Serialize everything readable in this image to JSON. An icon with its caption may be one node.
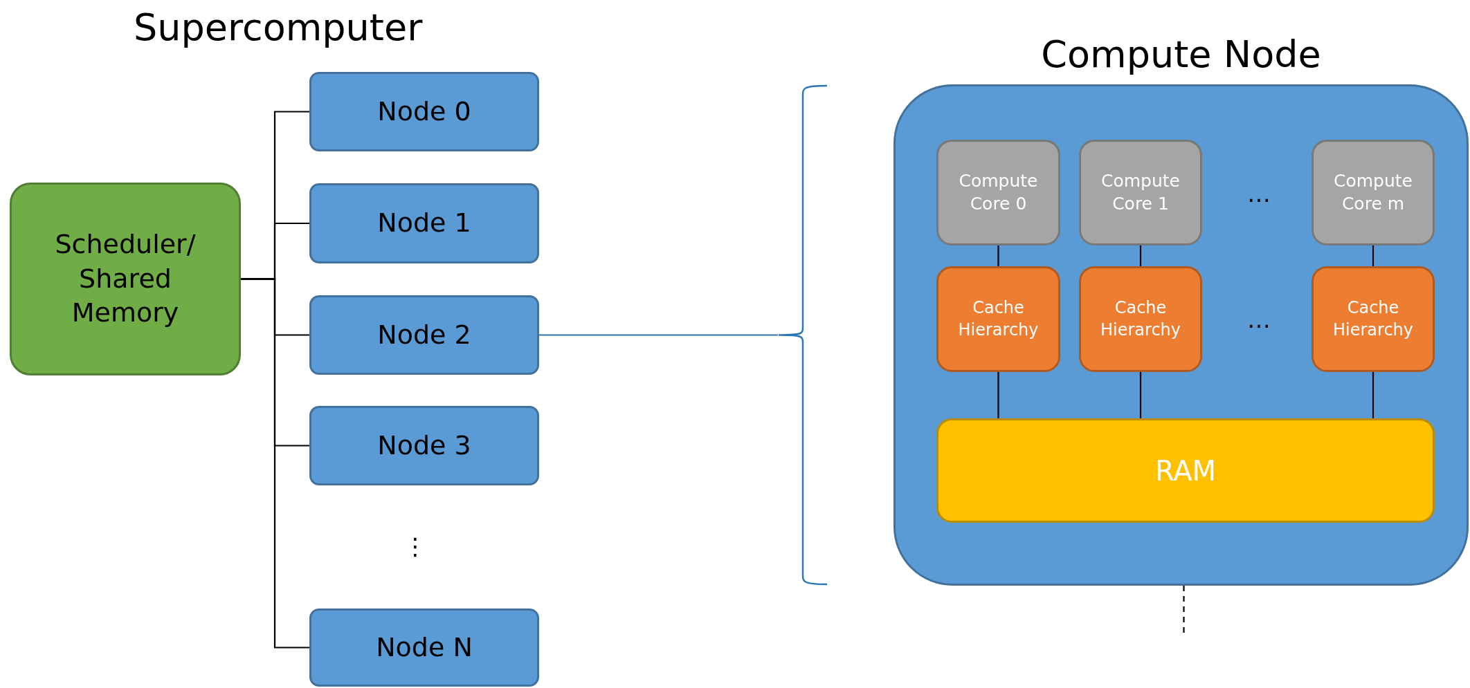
{
  "diagram": {
    "title": "Supercomputer",
    "nodes": [
      {
        "text": [
          "Scheduler/ Shared Memory"
        ]
      },
      {
        "text": [
          "Node 0"
        ]
      },
      {
        "text": [
          "Node 1"
        ]
      },
      {
        "text": [
          "Node 2"
        ]
      },
      {
        "text": [
          "Node 3"
        ]
      },
      {
        "text": [
          "Node N"
        ]
      },
      {
        "text": [],
        "shape": "bracket"
      },
      {
        "text": [
          "Compute Node"
        ]
      },
      {
        "text": [
          "Compute Core 0"
        ],
        "in": 7
      },
      {
        "text": [
          "Compute Core 1"
        ],
        "in": 7
      },
      {
        "text": [
          "Compute Core m"
        ],
        "in": 7
      },
      {
        "text": [
          "Cache Hierarchy"
        ],
        "in": 7
      },
      {
        "text": [
          "Cache Hierarchy"
        ],
        "in": 7
      },
      {
        "text": [
          "Cache Hierarchy"
        ],
        "in": 7
      },
      {
        "text": [
          "RAM"
        ],
        "in": 7
      }
    ],
    "edges": [
      {
        "from": 0,
        "to": 1,
        "arrow": "none"
      },
      {
        "from": 0,
        "to": 2,
        "arrow": "none"
      },
      {
        "from": 0,
        "to": 3,
        "arrow": "none"
      },
      {
        "from": 0,
        "to": 4,
        "arrow": "none"
      },
      {
        "from": 0,
        "to": 5,
        "arrow": "none"
      },
      {
        "from": 3,
        "to": 6,
        "arrow": "none",
        "color": "#2e75b6"
      },
      {
        "from": 7,
        "to": null,
        "arrow": "none",
        "style": "dashed"
      },
      {
        "from": 8,
        "to": 11,
        "arrow": "none"
      },
      {
        "from": 9,
        "to": 12,
        "arrow": "none"
      },
      {
        "from": 10,
        "to": 13,
        "arrow": "none"
      },
      {
        "from": 11,
        "to": 14,
        "arrow": "none"
      },
      {
        "from": 12,
        "to": 14,
        "arrow": "none"
      },
      {
        "from": 13,
        "to": 14,
        "arrow": "none"
      }
    ],
    "labels": [
      "⋮",
      "…",
      "…"
    ]
  }
}
